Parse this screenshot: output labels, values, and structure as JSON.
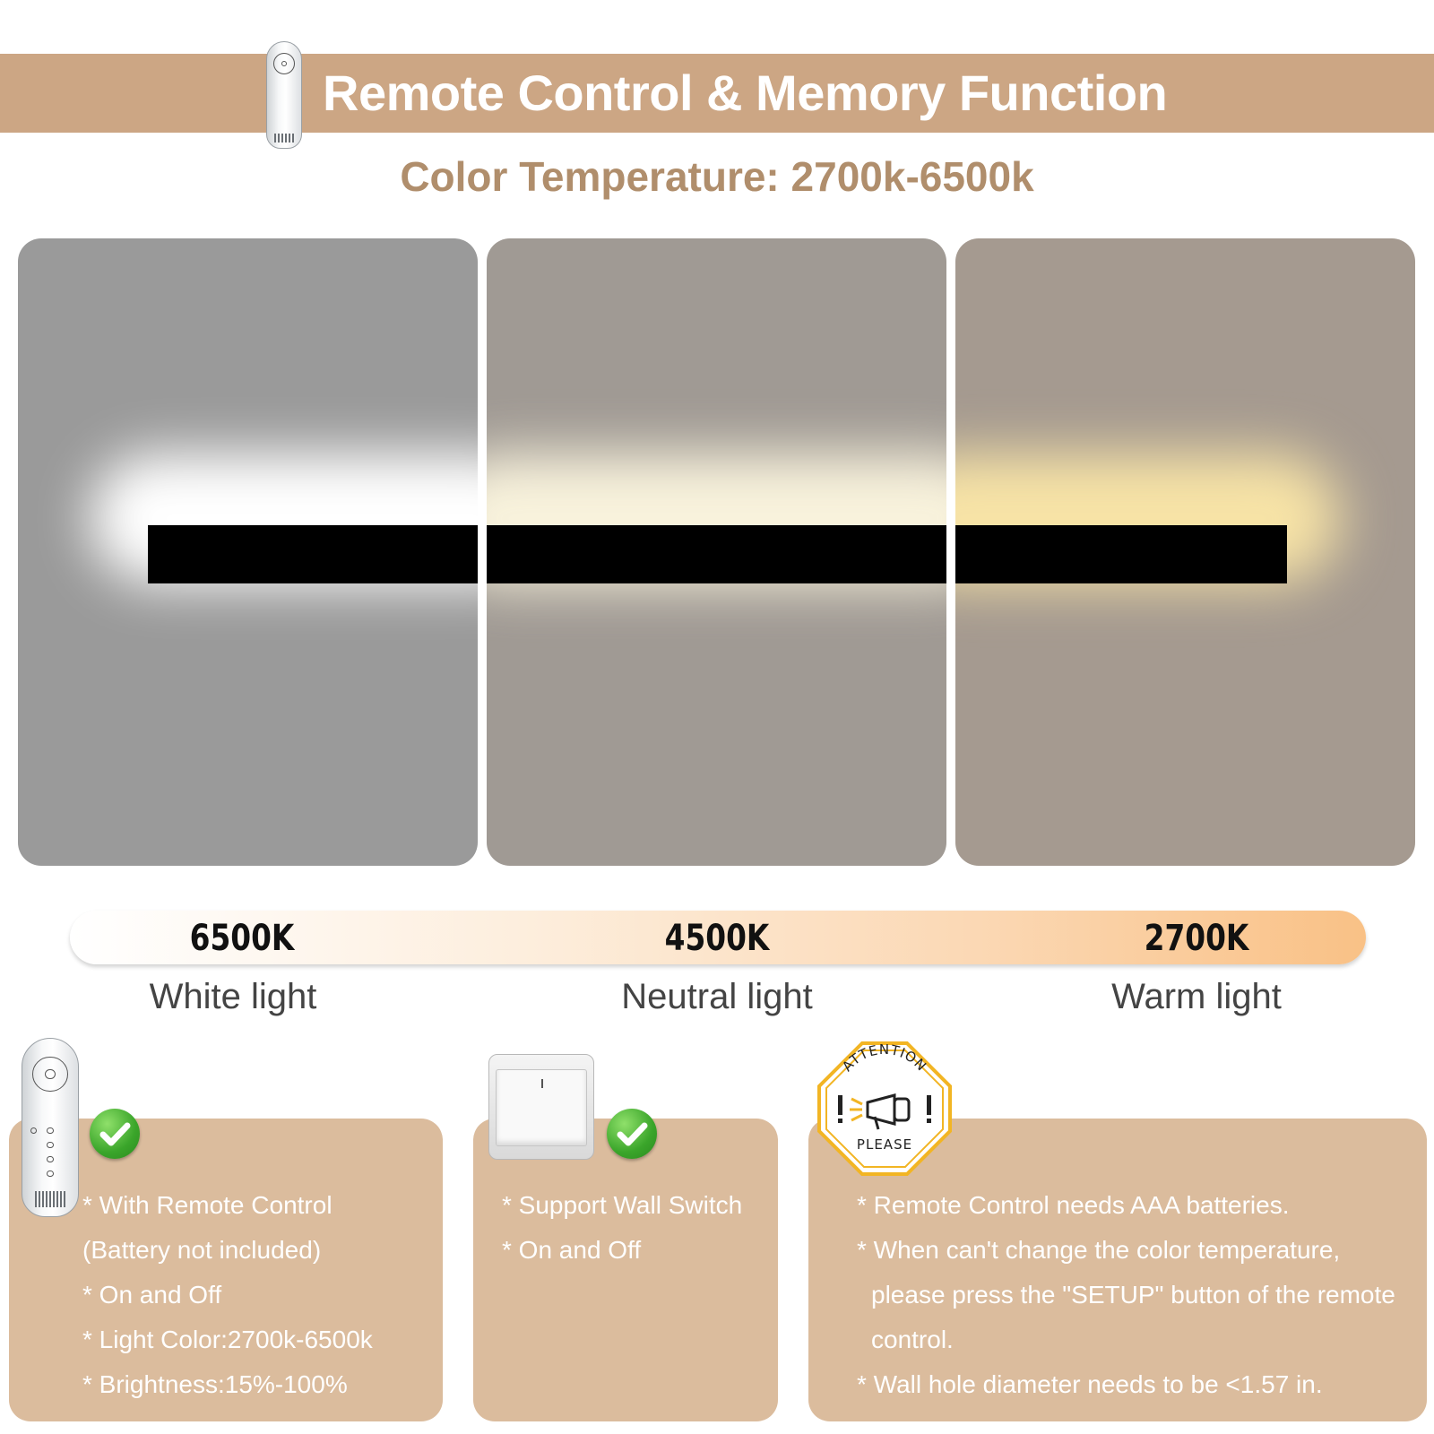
{
  "header": {
    "title": "Remote Control & Memory Function",
    "subtitle": "Color Temperature: 2700k-6500k"
  },
  "panels": [
    {
      "name": "white-light-panel",
      "background": "#9a9a9a",
      "glow": "#ffffff"
    },
    {
      "name": "neutral-light-panel",
      "background": "#a09a94",
      "glow": "#f8f2dc"
    },
    {
      "name": "warm-light-panel",
      "background": "#a59a90",
      "glow": "#f7e3a6"
    }
  ],
  "scale": {
    "points": [
      {
        "kelvin": "6500K",
        "label": "White light"
      },
      {
        "kelvin": "4500K",
        "label": "Neutral light"
      },
      {
        "kelvin": "2700K",
        "label": "Warm light"
      }
    ]
  },
  "cards": [
    {
      "icon": "remote-icon",
      "badge": "check-icon",
      "lines": [
        "* With Remote Control",
        "(Battery not included)",
        "* On and Off",
        "* Light Color:2700k-6500k",
        "* Brightness:15%-100%"
      ]
    },
    {
      "icon": "wall-switch-icon",
      "badge": "check-icon",
      "lines": [
        "* Support Wall Switch",
        "* On and Off"
      ]
    },
    {
      "icon": "attention-sign-icon",
      "sign_top": "ATTENTION",
      "sign_bottom": "PLEASE",
      "lines": [
        "* Remote Control needs AAA batteries.",
        "* When can't change the color temperature,",
        "please press the \"SETUP\" button of the remote",
        "control.",
        "* Wall hole diameter needs to be <1.57 in."
      ]
    }
  ],
  "colors": {
    "header_band": "#cca684",
    "subtitle": "#b08e6c",
    "card_bg": "#dbbc9d",
    "sign_outline": "#f2b524"
  }
}
